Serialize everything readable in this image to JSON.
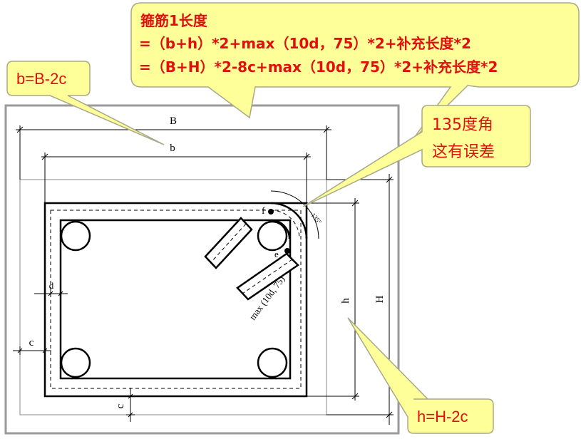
{
  "colors": {
    "callout_fill": "#ffff99",
    "callout_stroke": "#a8a88a",
    "callout_text": "#e01010",
    "frame_stroke": "#9a9a9a",
    "drawing_line": "#000000",
    "dot": "#000000"
  },
  "callouts": {
    "main": {
      "line1": "箍筋1长度",
      "line2": "=（b+h）*2+max（10d，75）*2+补充长度*2",
      "line3": "=（B+H）*2-8c+max（10d，75）*2+补充长度*2"
    },
    "b_formula": "b=B-2c",
    "error_note": {
      "line1": "135度角",
      "line2": "这有误差"
    },
    "h_formula": "h=H-2c"
  },
  "drawing": {
    "label_B": "B",
    "label_b": "b",
    "label_H": "H",
    "label_h": "h",
    "label_c_left": "c",
    "label_c_bottom": "c",
    "label_d": "d",
    "label_f": "f",
    "label_e": "e",
    "label_angle": "135°",
    "label_hook": "max (10d, 75)"
  }
}
